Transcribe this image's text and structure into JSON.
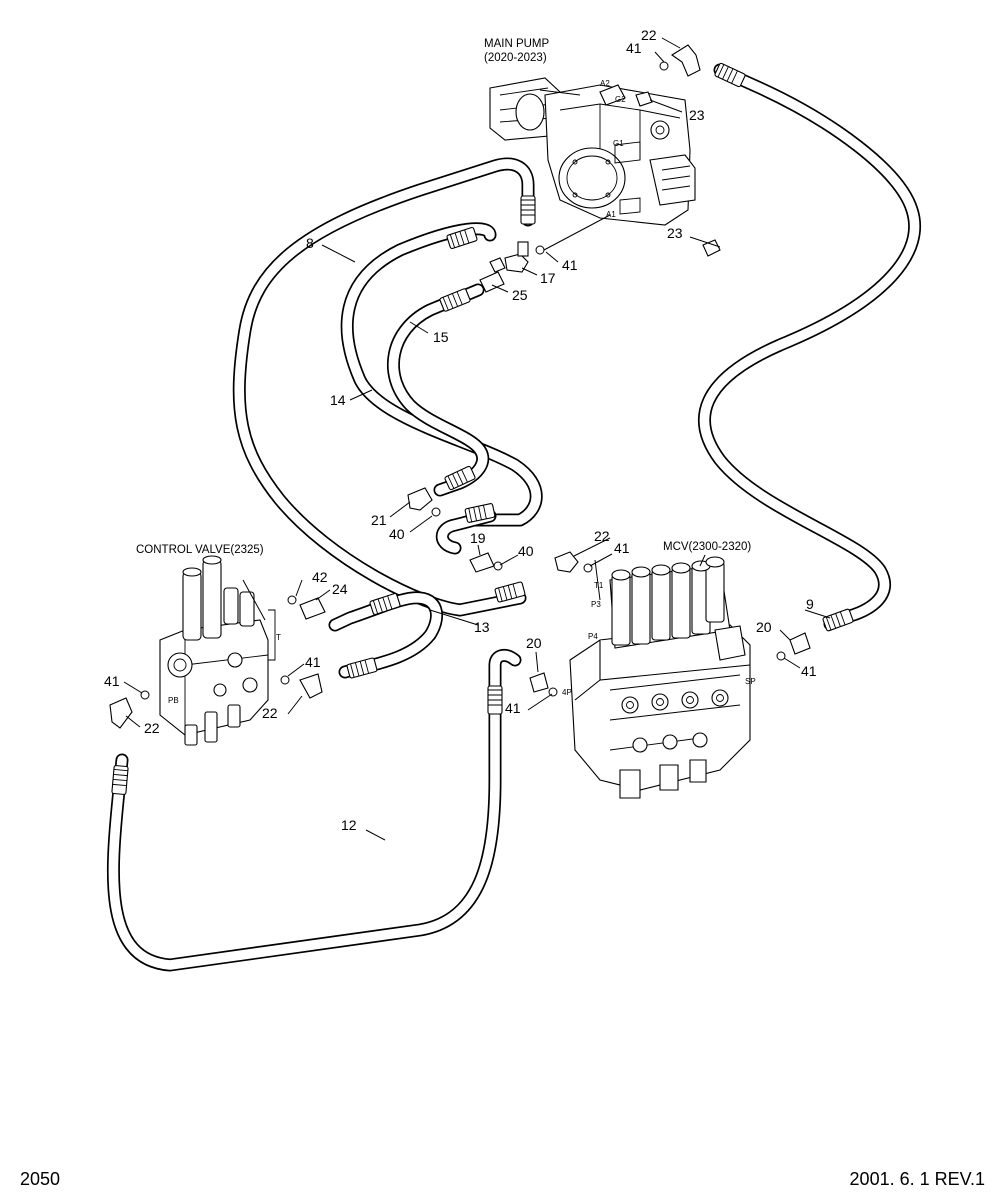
{
  "labels": {
    "main_pump": [
      "MAIN PUMP",
      "(2020-2023)"
    ],
    "control_valve": "CONTROL VALVE(2325)",
    "mcv": "MCV(2300-2320)"
  },
  "ports": {
    "a2": "A2",
    "g2": "G2",
    "g1": "G1",
    "a1": "A1",
    "t1": "T1",
    "p3": "P3",
    "p4": "P4",
    "sp": "SP",
    "ap": "4P",
    "pb": "PB",
    "t": "T"
  },
  "parts": {
    "p22_a": "22",
    "p41_a": "41",
    "p23_a": "23",
    "p23_b": "23",
    "p8": "8",
    "p41_b": "41",
    "p17": "17",
    "p25": "25",
    "p15": "15",
    "p14": "14",
    "p21": "21",
    "p40_a": "40",
    "p19": "19",
    "p40_b": "40",
    "p22_b": "22",
    "p41_c": "41",
    "p42": "42",
    "p24": "24",
    "p13": "13",
    "p9": "9",
    "p20_a": "20",
    "p41_d": "41",
    "p41_e": "41",
    "p41_f": "41",
    "p22_c": "22",
    "p20_b": "20",
    "p41_g": "41",
    "p22_d": "22",
    "p12": "12"
  },
  "footer": {
    "page_number": "2050",
    "revision": "2001. 6. 1 REV.1"
  }
}
